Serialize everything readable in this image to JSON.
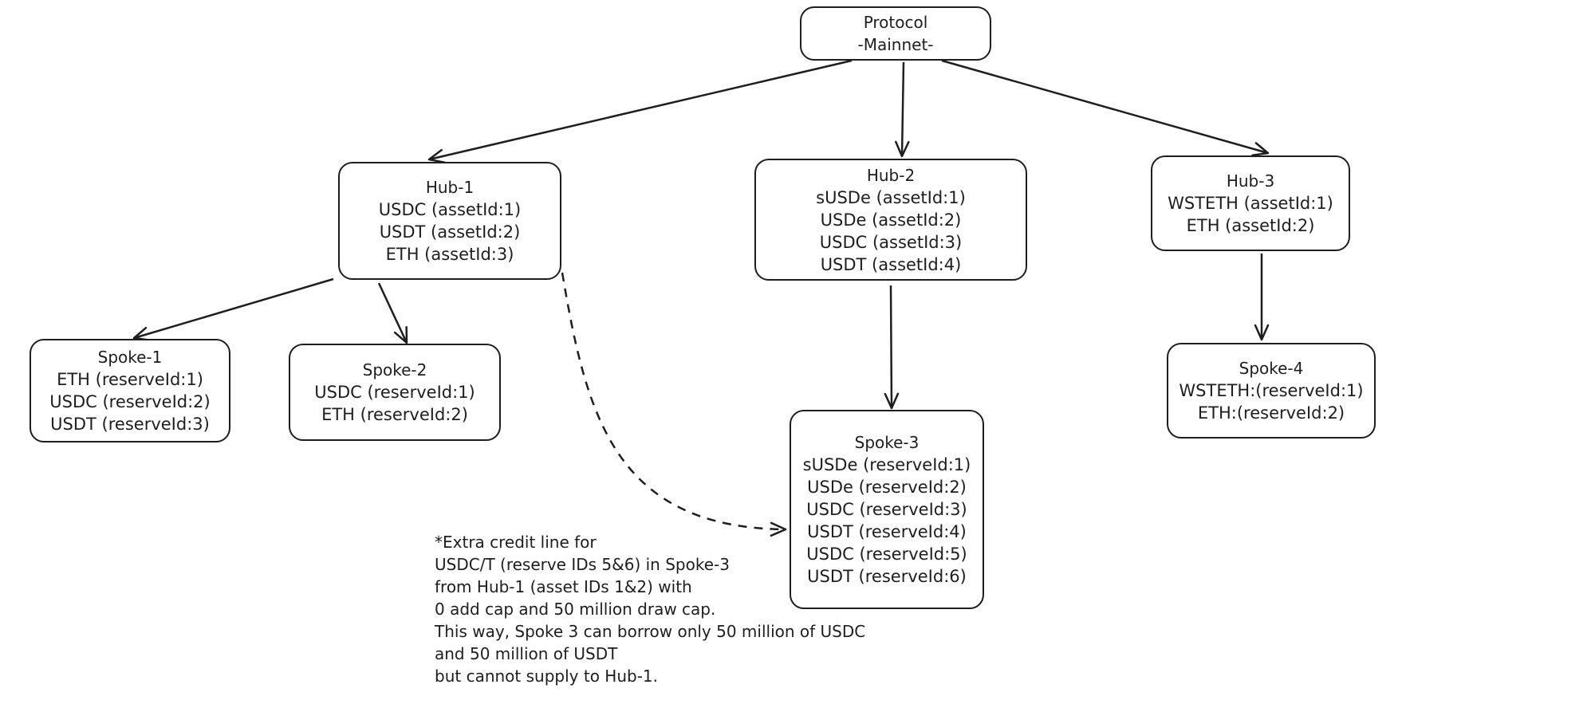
{
  "protocol": {
    "title": "Protocol",
    "subtitle": "-Mainnet-"
  },
  "hub1": {
    "title": "Hub-1",
    "lines": [
      "USDC (assetId:1)",
      "USDT (assetId:2)",
      "ETH (assetId:3)"
    ]
  },
  "hub2": {
    "title": "Hub-2",
    "lines": [
      "sUSDe (assetId:1)",
      "USDe (assetId:2)",
      "USDC (assetId:3)",
      "USDT (assetId:4)"
    ]
  },
  "hub3": {
    "title": "Hub-3",
    "lines": [
      "WSTETH (assetId:1)",
      "ETH (assetId:2)"
    ]
  },
  "spoke1": {
    "title": "Spoke-1",
    "lines": [
      "ETH (reserveId:1)",
      "USDC (reserveId:2)",
      "USDT (reserveId:3)"
    ]
  },
  "spoke2": {
    "title": "Spoke-2",
    "lines": [
      "USDC (reserveId:1)",
      "ETH (reserveId:2)"
    ]
  },
  "spoke3": {
    "title": "Spoke-3",
    "lines": [
      "sUSDe (reserveId:1)",
      "USDe (reserveId:2)",
      "USDC (reserveId:3)",
      "USDT (reserveId:4)",
      "USDC (reserveId:5)",
      "USDT (reserveId:6)"
    ]
  },
  "spoke4": {
    "title": "Spoke-4",
    "lines": [
      "WSTETH:(reserveId:1)",
      "ETH:(reserveId:2)"
    ]
  },
  "note": {
    "lines": [
      "*Extra credit line for",
      "USDC/T (reserve IDs 5&6) in Spoke-3",
      "from Hub-1 (asset IDs 1&2) with",
      "0 add cap and 50 million draw cap.",
      "This way, Spoke 3 can borrow only 50 million of USDC",
      "and 50 million of USDT",
      "but cannot supply to Hub-1."
    ]
  },
  "colors": {
    "stroke": "#1e1e1e",
    "background": "#ffffff"
  }
}
